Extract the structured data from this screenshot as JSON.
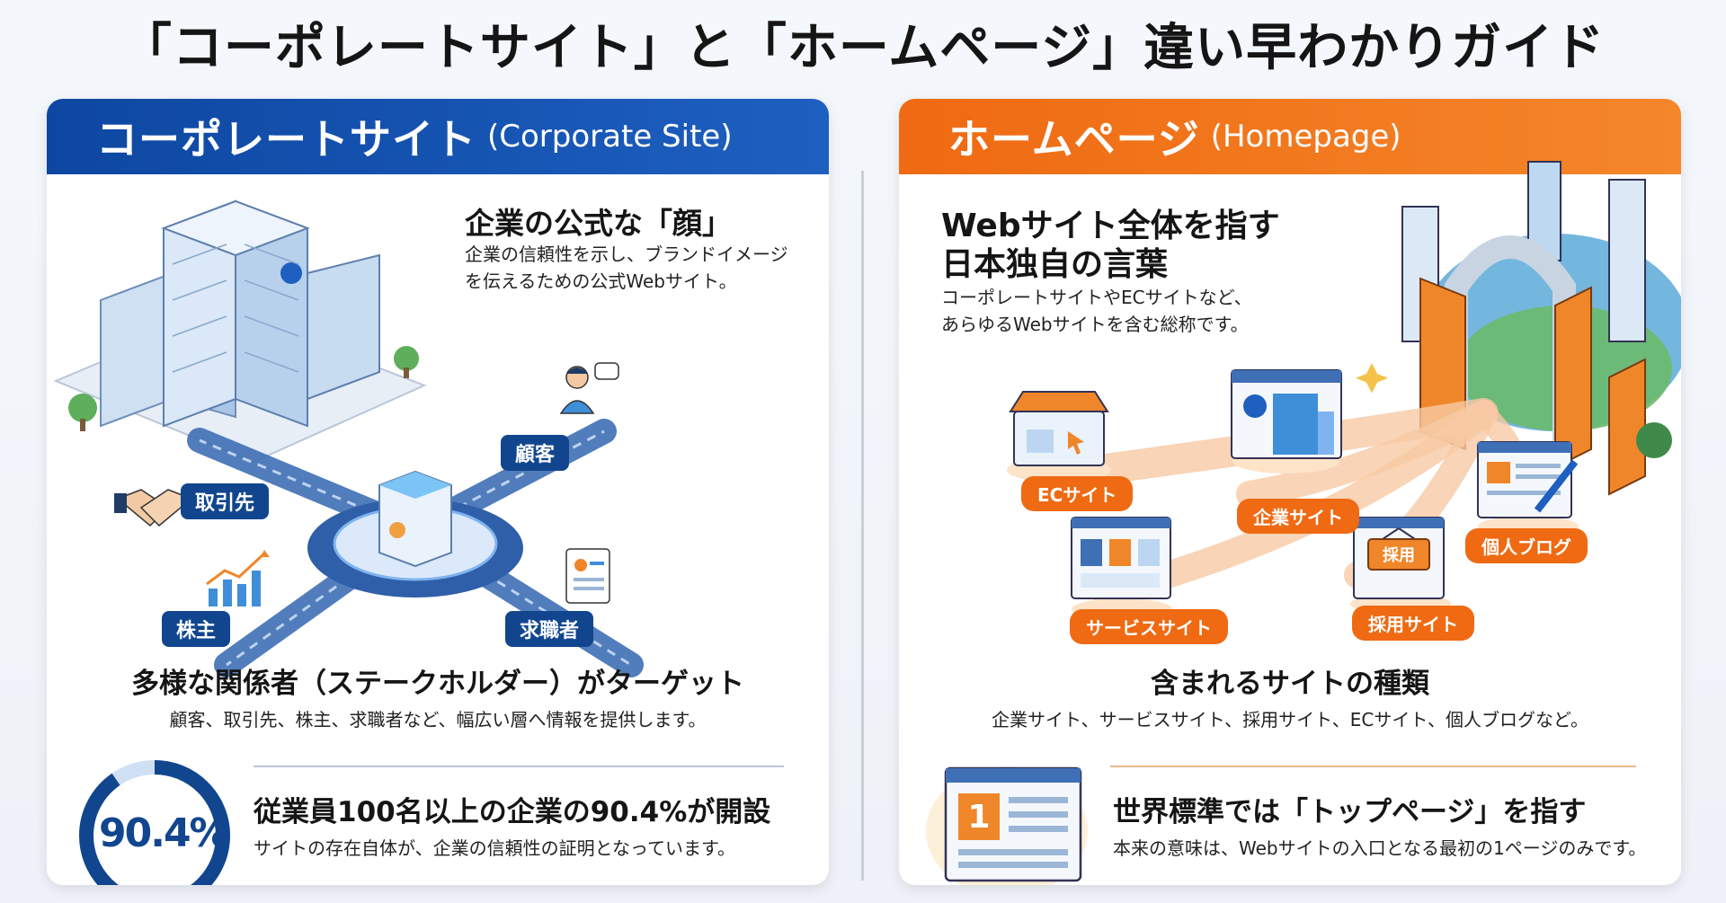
{
  "title": "「コーポレートサイト」と「ホームページ」違い早わかりガイド",
  "left": {
    "header_ja": "コーポレートサイト",
    "header_en": "(Corporate Site)",
    "face_title": "企業の公式な「顔」",
    "face_desc_1": "企業の信頼性を示し、ブランドイメージ",
    "face_desc_2": "を伝えるための公式Webサイト。",
    "stakeholders": [
      "顧客",
      "取引先",
      "株主",
      "求職者"
    ],
    "target_title": "多様な関係者（ステークホルダー）がターゲット",
    "target_desc": "顧客、取引先、株主、求職者など、幅広い層へ情報を提供します。",
    "stat_value": "90.4%",
    "stat_fraction": 0.904,
    "stat_title": "従業員100名以上の企業の90.4%が開設",
    "stat_desc": "サイトの存在自体が、企業の信頼性の証明となっています。"
  },
  "right": {
    "header_ja": "ホームページ",
    "header_en": "(Homepage)",
    "def_title_1": "Webサイト全体を指す",
    "def_title_2": "日本独自の言葉",
    "def_desc_1": "コーポレートサイトやECサイトなど、",
    "def_desc_2": "あらゆるWebサイトを含む総称です。",
    "site_types": [
      "ECサイト",
      "企業サイト",
      "個人ブログ",
      "サービスサイト",
      "採用サイト"
    ],
    "sign_text": "採用",
    "page_number": "1",
    "types_title": "含まれるサイトの種類",
    "types_desc": "企業サイト、サービスサイト、採用サイト、ECサイト、個人ブログなど。",
    "global_title": "世界標準では「トップページ」を指す",
    "global_desc": "本来の意味は、Webサイトの入口となる最初の1ページのみです。"
  },
  "colors": {
    "blue": "#11468f",
    "orange": "#ef6a12"
  }
}
